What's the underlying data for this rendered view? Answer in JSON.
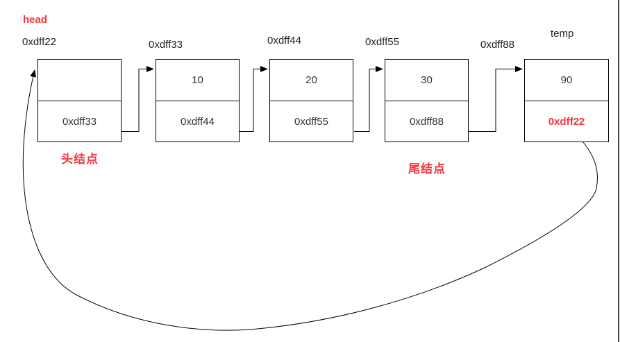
{
  "labels": {
    "head_pointer": "head",
    "temp_pointer": "temp",
    "head_node_caption": "头结点",
    "tail_node_caption": "尾结点"
  },
  "nodes": [
    {
      "address": "0xdff22",
      "value": "",
      "next": "0xdff33",
      "hatched": true
    },
    {
      "address": "0xdff33",
      "value": "10",
      "next": "0xdff44"
    },
    {
      "address": "0xdff44",
      "value": "20",
      "next": "0xdff55"
    },
    {
      "address": "0xdff55",
      "value": "30",
      "next": "0xdff88"
    },
    {
      "address": "0xdff88",
      "value": "90",
      "next": "0xdff22",
      "next_highlighted": true
    }
  ],
  "colors": {
    "accent_red": "#f5333b",
    "line": "#000000",
    "border_gray": "#4a4a4a"
  }
}
